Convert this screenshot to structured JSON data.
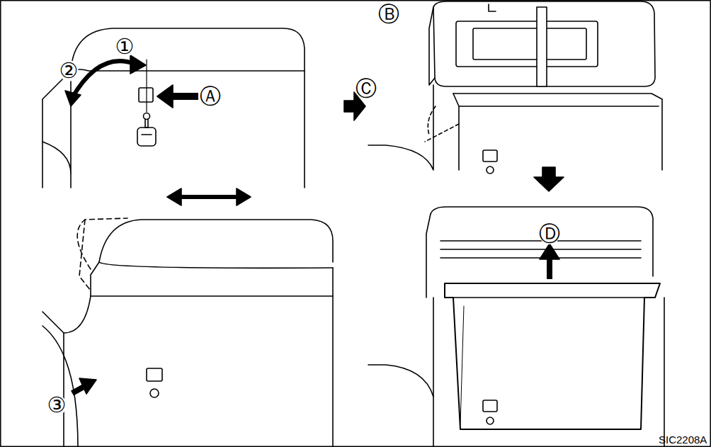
{
  "diagram": {
    "labels": [
      "①",
      "②",
      "Ⓐ",
      "Ⓑ",
      "Ⓒ",
      "Ⓓ",
      "③",
      "SIC2208A"
    ]
  }
}
